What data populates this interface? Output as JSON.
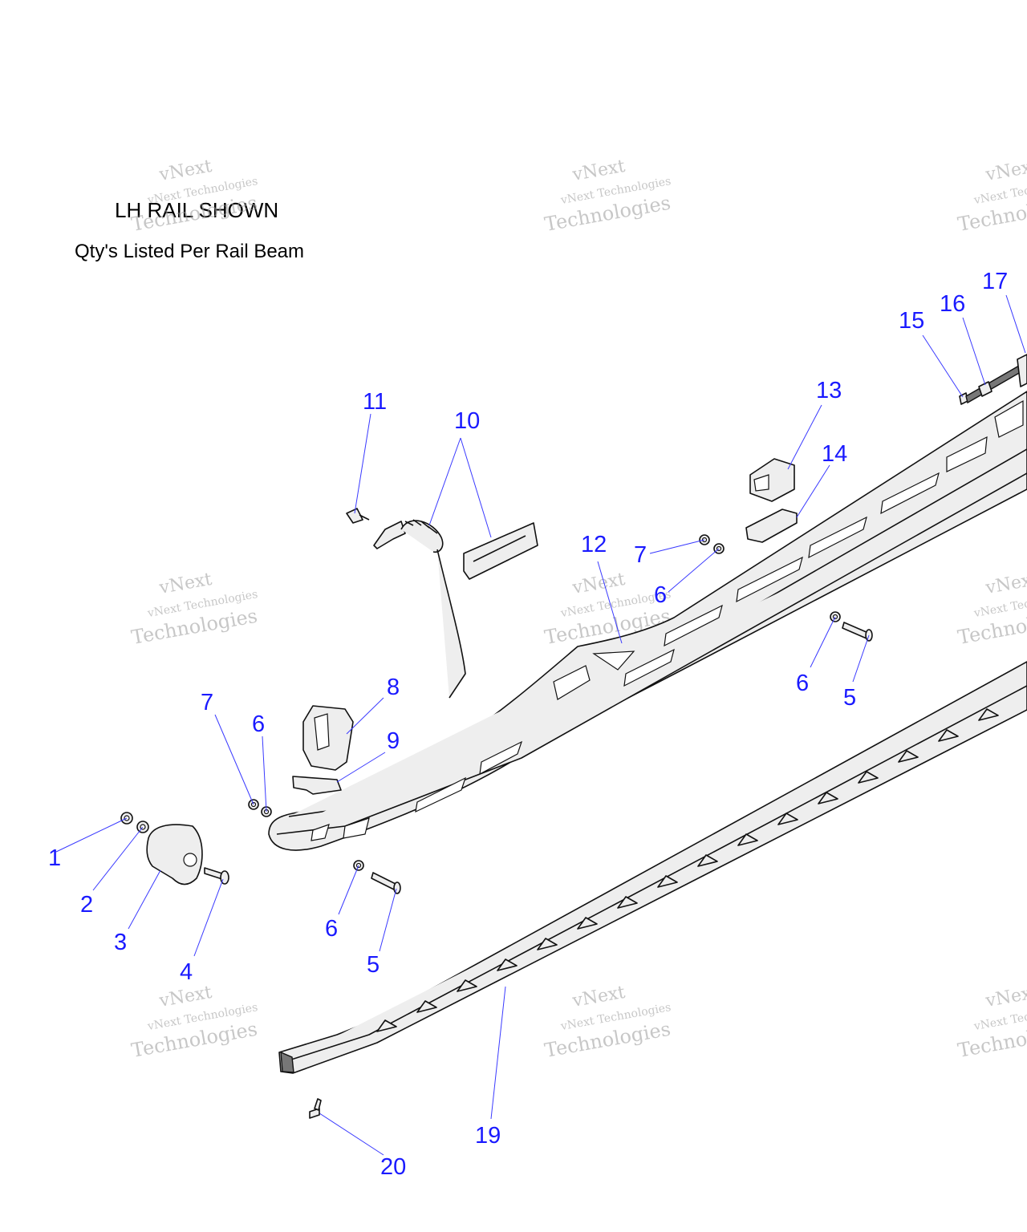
{
  "notes": {
    "title": "LH RAIL SHOWN",
    "qty_note": "Qty's Listed Per Rail Beam"
  },
  "watermark": {
    "line1": "vNext",
    "line2": "vNext Technologies",
    "line3": "Technologies"
  },
  "colors": {
    "callout": "#1a1aff",
    "leader": "#3a3aff",
    "part_fill": "#eeeeee",
    "outline": "#111111"
  },
  "callouts": [
    {
      "id": "c1",
      "label": "1"
    },
    {
      "id": "c2",
      "label": "2"
    },
    {
      "id": "c3",
      "label": "3"
    },
    {
      "id": "c4",
      "label": "4"
    },
    {
      "id": "c5a",
      "label": "5"
    },
    {
      "id": "c5b",
      "label": "5"
    },
    {
      "id": "c6a",
      "label": "6"
    },
    {
      "id": "c6b",
      "label": "6"
    },
    {
      "id": "c6c",
      "label": "6"
    },
    {
      "id": "c6d",
      "label": "6"
    },
    {
      "id": "c7a",
      "label": "7"
    },
    {
      "id": "c7b",
      "label": "7"
    },
    {
      "id": "c8",
      "label": "8"
    },
    {
      "id": "c9",
      "label": "9"
    },
    {
      "id": "c10",
      "label": "10"
    },
    {
      "id": "c11",
      "label": "11"
    },
    {
      "id": "c12",
      "label": "12"
    },
    {
      "id": "c13",
      "label": "13"
    },
    {
      "id": "c14",
      "label": "14"
    },
    {
      "id": "c15",
      "label": "15"
    },
    {
      "id": "c16",
      "label": "16"
    },
    {
      "id": "c17",
      "label": "17"
    },
    {
      "id": "c19",
      "label": "19"
    },
    {
      "id": "c20",
      "label": "20"
    }
  ]
}
